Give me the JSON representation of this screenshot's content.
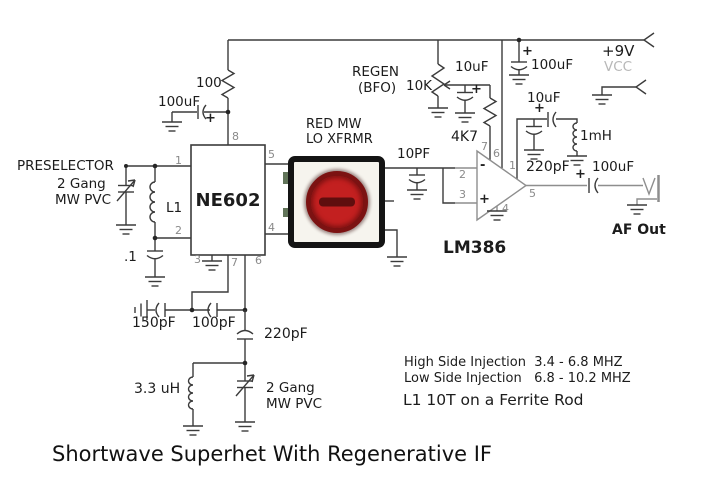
{
  "title": "Shortwave Superhet With Regenerative IF",
  "colors": {
    "wire": "#3b3b3b",
    "amp_gray": "#8e8e8e",
    "pin_text": "#8a8a8a",
    "vcc_text": "#b8b8b8",
    "knob_red": "#c32020",
    "knob_rim": "#7c1212",
    "knob_slot": "#5f0e0e"
  },
  "labels": {
    "preselector": "PRESELECTOR",
    "presel_gang": "2 Gang",
    "presel_pvc": "MW PVC",
    "l1": "L1",
    "c01": ".1",
    "r100": "100",
    "c100uf_left": "100uF",
    "regen": "REGEN",
    "bfo": "(BFO)",
    "r10k": "10K",
    "c10uf_regen": "10uF",
    "r4k7": "4K7",
    "xfrmr_line1": "RED MW",
    "xfrmr_line2": "LO XFRMR",
    "c10pf": "10PF",
    "c100uf_top": "100uF",
    "v9": "+9V",
    "vcc": "VCC",
    "c10uf_fb": "10uF",
    "l_1mh": "1mH",
    "c220pf_fb": "220pF",
    "c100uf_out": "100uF",
    "af_out": "AF Out",
    "c150pf": "150pF",
    "c100pf": "100pF",
    "c220pf_if": "220pF",
    "l_33uh": "3.3 uH",
    "tank_gang": "2 Gang",
    "tank_pvc": "MW PVC",
    "plus": "+"
  },
  "ne602": {
    "name": "NE602",
    "pins": {
      "p1": "1",
      "p2": "2",
      "p3": "3",
      "p4": "4",
      "p5": "5",
      "p6": "6",
      "p7": "7",
      "p8": "8"
    }
  },
  "lm386": {
    "name": "LM386",
    "pins": {
      "p1": "1",
      "p2": "2",
      "p3": "3",
      "p4": "4",
      "p5": "5",
      "p6": "6",
      "p7": "7"
    },
    "minus": "-",
    "plus": "+"
  },
  "notes": {
    "high_side": "High Side Injection  3.4 - 6.8 MHZ",
    "low_side": "Low Side Injection   6.8 - 10.2 MHZ",
    "l1_note": "L1 10T on a Ferrite Rod"
  }
}
